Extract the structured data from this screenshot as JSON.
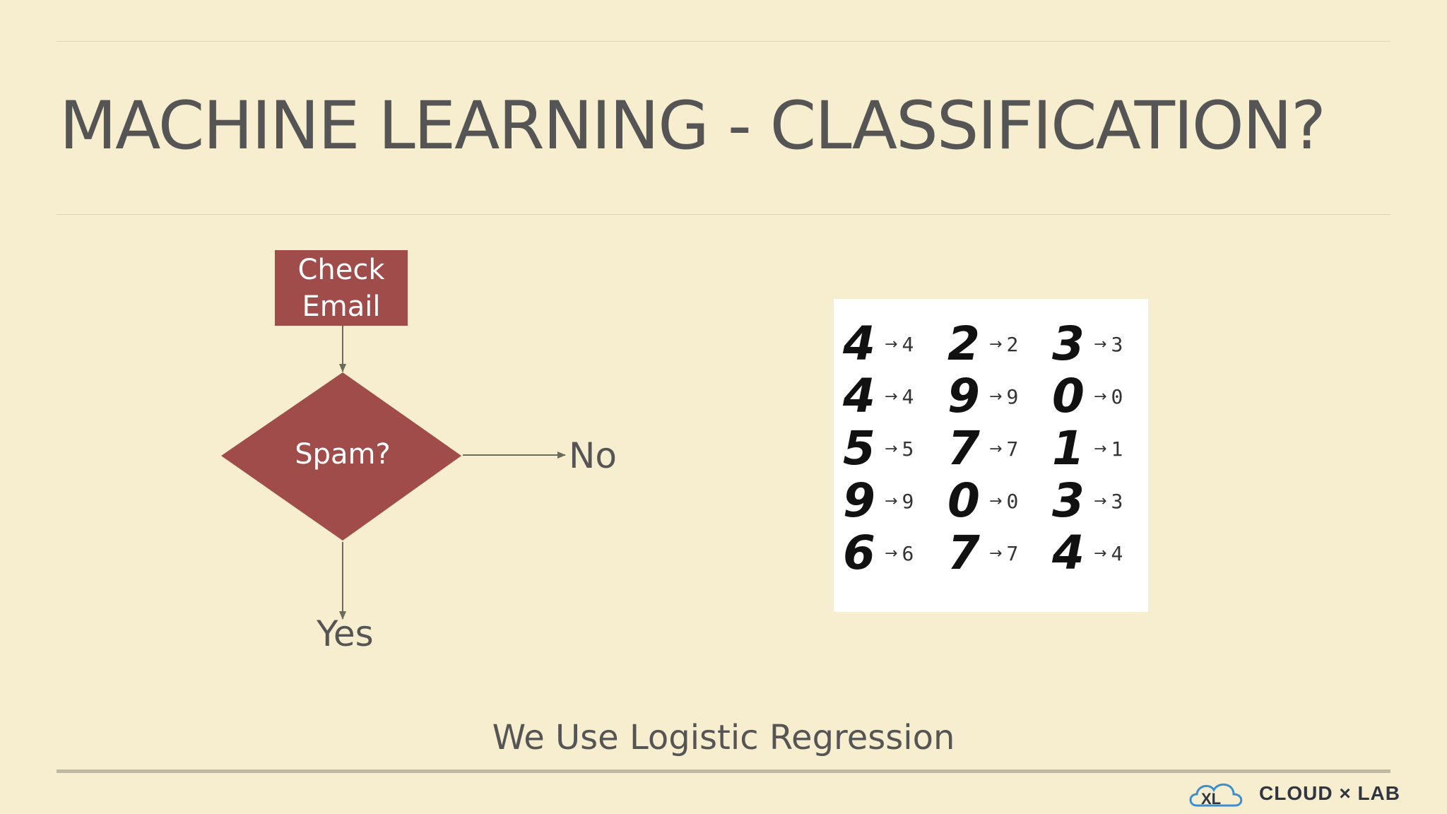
{
  "slide": {
    "title": "MACHINE LEARNING - CLASSIFICATION?",
    "caption": "We Use Logistic Regression"
  },
  "flowchart": {
    "start_line1": "Check",
    "start_line2": "Email",
    "decision": "Spam?",
    "branch_right": "No",
    "branch_down": "Yes",
    "shape_color": "#a04c4a",
    "line_color": "#6b6b5a"
  },
  "digits": [
    {
      "digit": "4",
      "pred": "4"
    },
    {
      "digit": "2",
      "pred": "2"
    },
    {
      "digit": "3",
      "pred": "3"
    },
    {
      "digit": "4",
      "pred": "4"
    },
    {
      "digit": "9",
      "pred": "9"
    },
    {
      "digit": "0",
      "pred": "0"
    },
    {
      "digit": "5",
      "pred": "5"
    },
    {
      "digit": "7",
      "pred": "7"
    },
    {
      "digit": "1",
      "pred": "1"
    },
    {
      "digit": "9",
      "pred": "9"
    },
    {
      "digit": "0",
      "pred": "0"
    },
    {
      "digit": "3",
      "pred": "3"
    },
    {
      "digit": "6",
      "pred": "6"
    },
    {
      "digit": "7",
      "pred": "7"
    },
    {
      "digit": "4",
      "pred": "4"
    }
  ],
  "logo": {
    "text": "CLOUD × LAB",
    "icon": "cloud-icon",
    "icon_color": "#3b8fd0"
  },
  "colors": {
    "background": "#f7edcf",
    "text": "#555555"
  }
}
